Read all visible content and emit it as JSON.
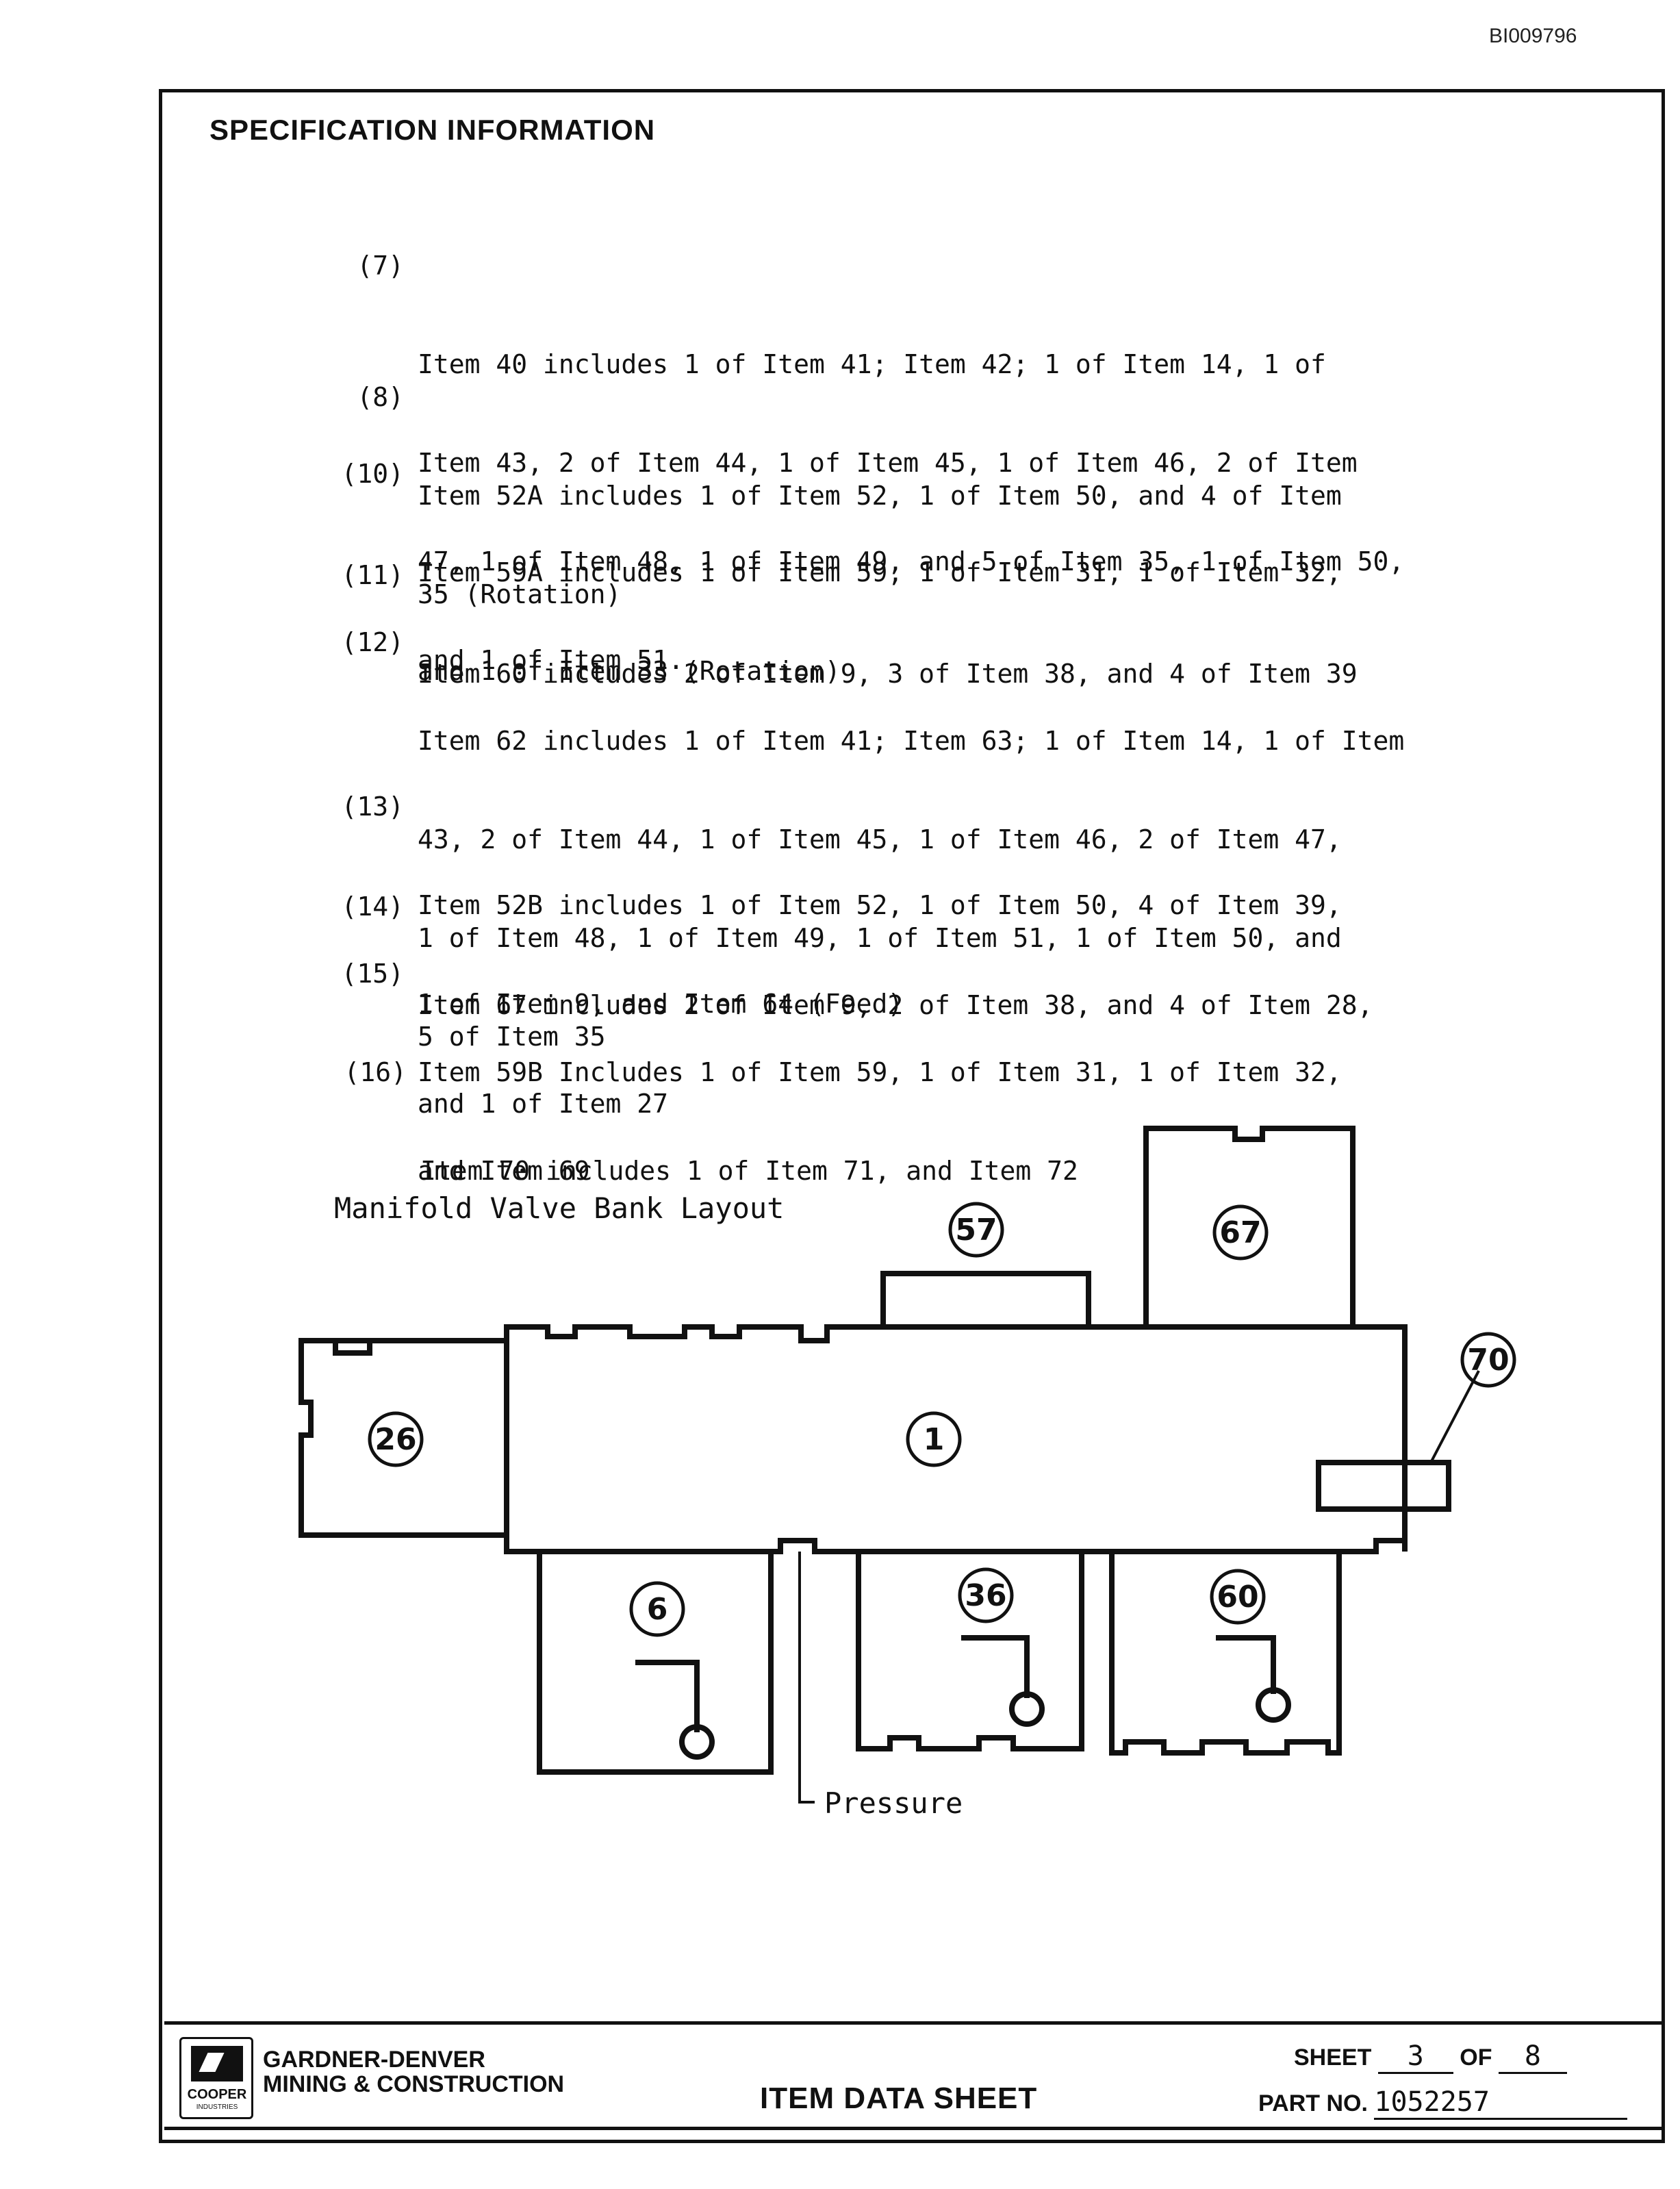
{
  "document_id": "BI009796",
  "section_title": "SPECIFICATION INFORMATION",
  "notes": [
    {
      "num": "(7)",
      "lines": [
        "Item 40 includes 1 of Item 41; Item 42; 1 of Item 14, 1 of",
        "Item 43, 2 of Item 44, 1 of Item 45, 1 of Item 46, 2 of Item",
        "47, 1 of Item 48, 1 of Item 49, and 5 of Item 35, 1 of Item 50,",
        "and 1 of Item 51."
      ]
    },
    {
      "num": "(8)",
      "lines": [
        "Item 52A includes 1 of Item 52, 1 of Item 50, and 4 of Item",
        "35 (Rotation)"
      ]
    },
    {
      "num": "(10)",
      "lines": [
        "Item 59A includes 1 of Item 59, 1 of Item 31, 1 of Item 32,",
        "and 1 of Item 33 (Rotation)"
      ]
    },
    {
      "num": "(11)",
      "lines": [
        "Item 60 includes 2 of Item 9, 3 of Item 38, and 4 of Item 39"
      ]
    },
    {
      "num": "(12)",
      "lines": [
        "Item 62 includes 1 of Item 41; Item 63; 1 of Item 14, 1 of Item",
        "43, 2 of Item 44, 1 of Item 45, 1 of Item 46, 2 of Item 47,",
        "1 of Item 48, 1 of Item 49, 1 of Item 51, 1 of Item 50, and",
        "5 of Item 35"
      ]
    },
    {
      "num": "(13)",
      "lines": [
        "Item 52B includes 1 of Item 52, 1 of Item 50, 4 of Item 39,",
        "1 of Item 9, and Item 64 (Feed)"
      ]
    },
    {
      "num": "(14)",
      "lines": [
        "Item 67 includes 2 of Item 9, 2 of Item 38, and 4 of Item 28,",
        "and 1 of Item 27"
      ]
    },
    {
      "num": "(15)",
      "lines": [
        "Item 59B Includes 1 of Item 59, 1 of Item 31, 1 of Item 32,",
        "and Item 69"
      ]
    },
    {
      "num": "(16)",
      "lines": [
        "Item 70 includes 1 of Item 71, and Item 72"
      ]
    }
  ],
  "diagram": {
    "title": "Manifold Valve Bank Layout",
    "callouts": [
      "1",
      "6",
      "26",
      "36",
      "57",
      "60",
      "67",
      "70"
    ],
    "pressure_label": "Pressure"
  },
  "footer": {
    "logo_text": "COOPER",
    "logo_subtext": "INDUSTRIES",
    "company_line1": "GARDNER-DENVER",
    "company_line2": "MINING & CONSTRUCTION",
    "sheet_title": "ITEM DATA SHEET",
    "sheet_label": "SHEET",
    "sheet_number": "3",
    "of_label": "OF",
    "sheet_total": "8",
    "part_label": "PART NO.",
    "part_number": "1052257"
  }
}
